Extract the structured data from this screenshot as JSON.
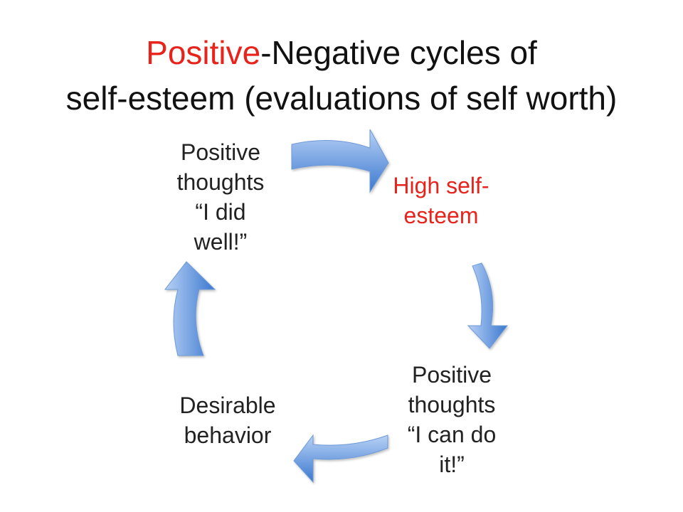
{
  "title": {
    "highlight": "Positive",
    "rest_line1": "-Negative cycles of",
    "line2": "self-esteem (evaluations of self worth)"
  },
  "colors": {
    "highlight": "#e8231c",
    "arrow_light": "#a9c7f2",
    "arrow_dark": "#3b78cf"
  },
  "cycle": {
    "nodes": [
      {
        "id": "top-left",
        "text": "Positive thoughts “I did well!”",
        "lines": [
          "Positive",
          "thoughts",
          "“I did",
          "well!”"
        ],
        "highlight": false
      },
      {
        "id": "right",
        "text": "High self-esteem",
        "lines": [
          "High self-",
          "esteem"
        ],
        "highlight": true
      },
      {
        "id": "bottom-right",
        "text": "Positive thoughts “I can do it!”",
        "lines": [
          "Positive",
          "thoughts",
          "“I can do",
          "it!”"
        ],
        "highlight": false
      },
      {
        "id": "bottom-left",
        "text": "Desirable behavior",
        "lines": [
          "Desirable",
          "behavior"
        ],
        "highlight": false
      }
    ],
    "arrow_icons": [
      "curved-arrow-icon",
      "curved-arrow-icon",
      "curved-arrow-icon",
      "curved-arrow-icon"
    ]
  }
}
